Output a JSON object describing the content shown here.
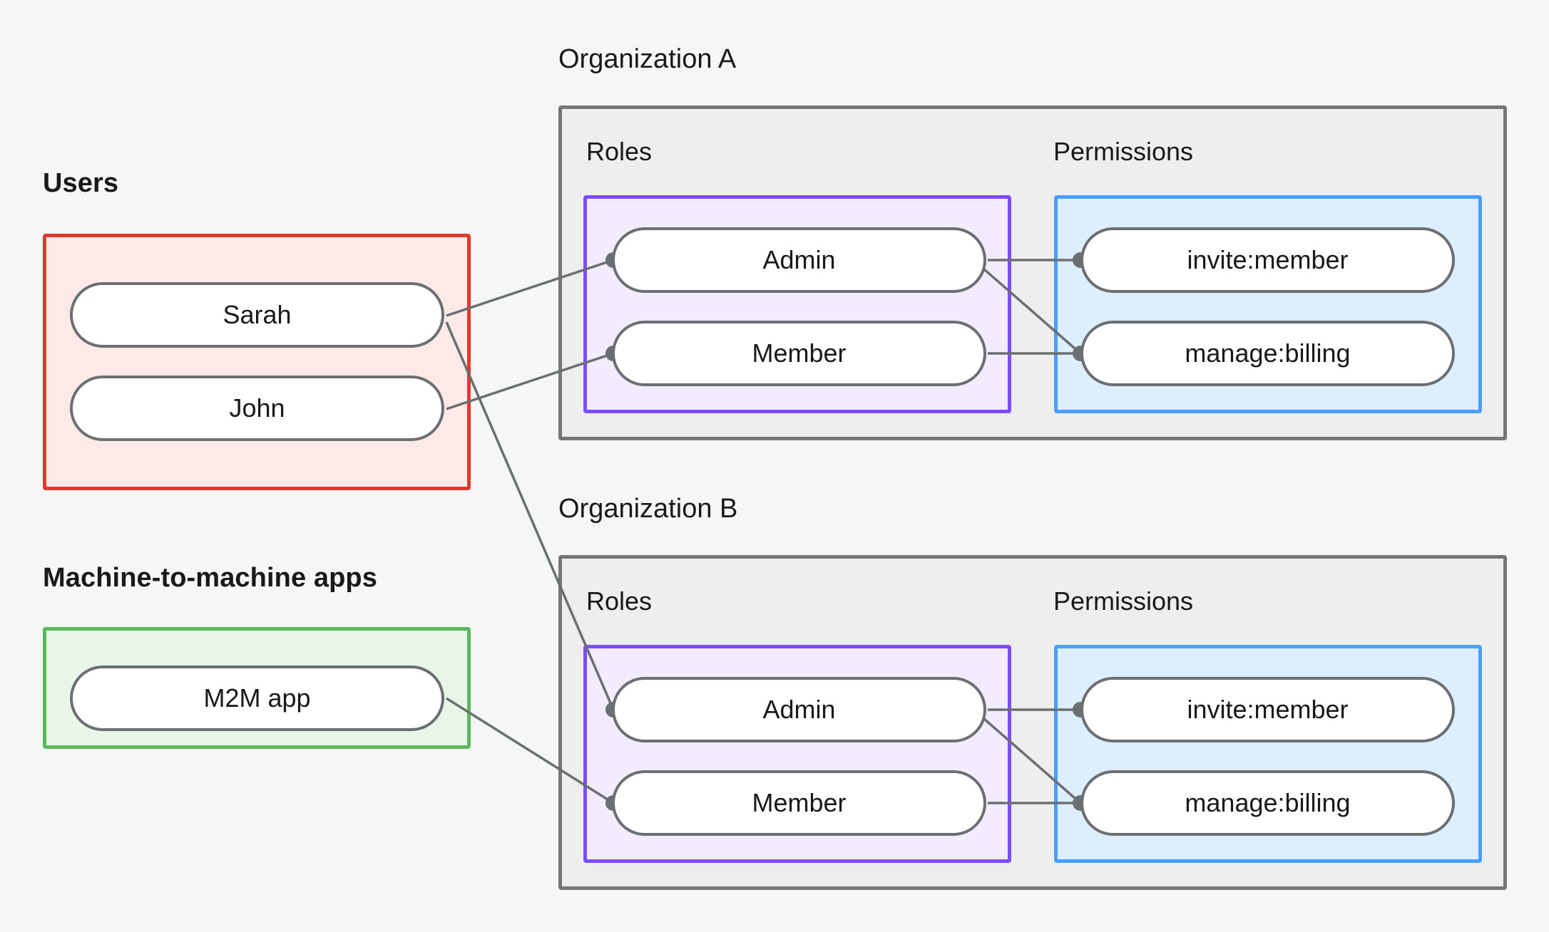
{
  "diagram": {
    "title": "RBAC organizations, roles and permissions diagram",
    "background": "#f5f7f6",
    "colors": {
      "users_border": "#e03a30",
      "users_fill": "#fdeae8",
      "m2m_border": "#5cb85c",
      "m2m_fill": "#e8f5e9",
      "org_border": "#767676",
      "org_fill": "#eeeeee",
      "roles_border": "#7c4dff",
      "roles_fill": "#f3ebff",
      "perms_border": "#4a9eff",
      "perms_fill": "#ddeeff",
      "node_border": "#6b6f71",
      "node_fill": "#ffffff",
      "edge": "#6b6f71",
      "text": "#17191a"
    }
  },
  "left": {
    "users_label": "Users",
    "users": [
      {
        "id": "sarah",
        "label": "Sarah"
      },
      {
        "id": "john",
        "label": "John"
      }
    ],
    "m2m_label": "Machine-to-machine apps",
    "m2m_apps": [
      {
        "id": "m2m",
        "label": "M2M app"
      }
    ]
  },
  "organizations": [
    {
      "id": "orgA",
      "label": "Organization A",
      "roles_label": "Roles",
      "permissions_label": "Permissions",
      "roles": [
        {
          "id": "a-admin",
          "label": "Admin"
        },
        {
          "id": "a-member",
          "label": "Member"
        }
      ],
      "permissions": [
        {
          "id": "a-invite",
          "label": "invite:member"
        },
        {
          "id": "a-billing",
          "label": "manage:billing"
        }
      ]
    },
    {
      "id": "orgB",
      "label": "Organization B",
      "roles_label": "Roles",
      "permissions_label": "Permissions",
      "roles": [
        {
          "id": "b-admin",
          "label": "Admin"
        },
        {
          "id": "b-member",
          "label": "Member"
        }
      ],
      "permissions": [
        {
          "id": "b-invite",
          "label": "invite:member"
        },
        {
          "id": "b-billing",
          "label": "manage:billing"
        }
      ]
    }
  ],
  "connections": [
    {
      "from": "sarah",
      "to": "a-admin"
    },
    {
      "from": "sarah",
      "to": "b-admin"
    },
    {
      "from": "john",
      "to": "a-member"
    },
    {
      "from": "m2m",
      "to": "b-member"
    },
    {
      "from": "a-admin",
      "to": "a-invite"
    },
    {
      "from": "a-admin",
      "to": "a-billing"
    },
    {
      "from": "a-member",
      "to": "a-billing"
    },
    {
      "from": "b-admin",
      "to": "b-invite"
    },
    {
      "from": "b-admin",
      "to": "b-billing"
    },
    {
      "from": "b-member",
      "to": "b-billing"
    }
  ]
}
